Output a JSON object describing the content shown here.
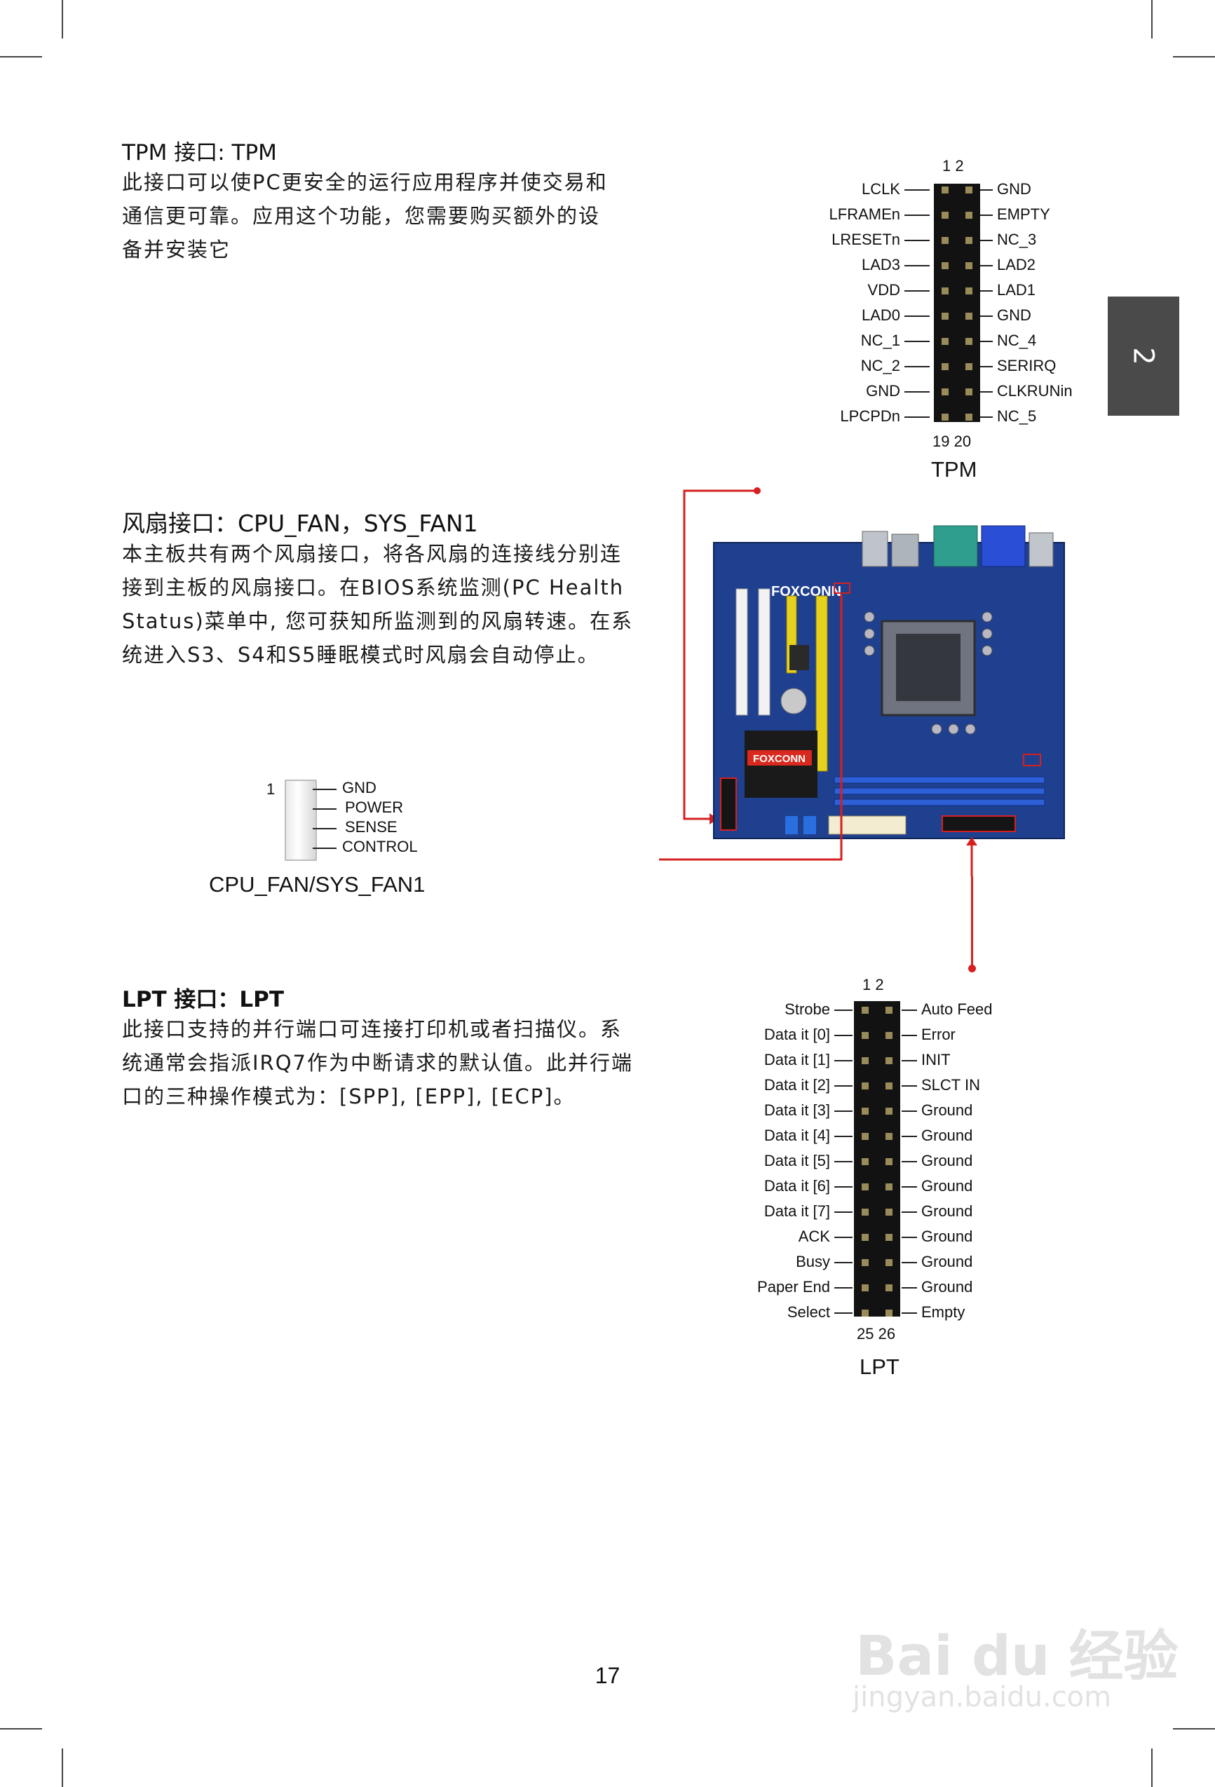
{
  "section_tab": "2",
  "tpm": {
    "heading": "TPM 接口: TPM",
    "body_lines": [
      "此接口可以使PC更安全的运行应用程序并使交易和",
      "通信更可靠。应用这个功能，您需要购买额外的设",
      "备并安装它"
    ],
    "top_pins": "1  2",
    "bottom_pins": "19  20",
    "caption": "TPM",
    "left_pins": [
      "LCLK",
      "LFRAMEn",
      "LRESETn",
      "LAD3",
      "VDD",
      "LAD0",
      "NC_1",
      "NC_2",
      "GND",
      "LPCPDn"
    ],
    "right_pins": [
      "GND",
      "EMPTY",
      "NC_3",
      "LAD2",
      "LAD1",
      "GND",
      "NC_4",
      "SERIRQ",
      "CLKRUNin",
      "NC_5"
    ]
  },
  "fan": {
    "heading": "风扇接口：CPU_FAN，SYS_FAN1",
    "body_lines": [
      "本主板共有两个风扇接口，将各风扇的连接线分别连",
      "接到主板的风扇接口。在BIOS系统监测(PC   Health",
      "Status)菜单中, 您可获知所监测到的风扇转速。在系",
      "统进入S3、S4和S5睡眠模式时风扇会自动停止。"
    ],
    "pin1_label": "1",
    "pins": [
      "GND",
      "POWER",
      "SENSE",
      "CONTROL"
    ],
    "caption": "CPU_FAN/SYS_FAN1"
  },
  "motherboard": {
    "brand": "FOXCONN",
    "heatsink_brand": "FOXCONN",
    "board_color": "#1f3f8f",
    "marker_color": "#d62020"
  },
  "lpt": {
    "heading": "LPT 接口：LPT",
    "body_lines": [
      "此接口支持的并行端口可连接打印机或者扫描仪。系",
      "统通常会指派IRQ7作为中断请求的默认值。此并行端",
      "口的三种操作模式为：[SPP], [EPP], [ECP]。"
    ],
    "top_pins": "1  2",
    "bottom_pins": "25  26",
    "caption": "LPT",
    "left_pins": [
      "Strobe",
      "Data it [0]",
      "Data  it  [1]",
      "Data  it  [2]",
      "Data  it [3]",
      "Data  it  [4]",
      "Data  it  [5]",
      "Data  it  [6]",
      "Data   it [7]",
      "ACK",
      "Busy",
      "Paper End",
      "Select"
    ],
    "right_pins": [
      "Auto Feed",
      "Error",
      "INIT",
      "SLCT IN",
      "Ground",
      "Ground",
      "Ground",
      "Ground",
      "Ground",
      "Ground",
      "Ground",
      "Ground",
      "Empty"
    ]
  },
  "page_number": "17",
  "watermark": {
    "brand": "Bai du 经验",
    "url": "jingyan.baidu.com"
  }
}
